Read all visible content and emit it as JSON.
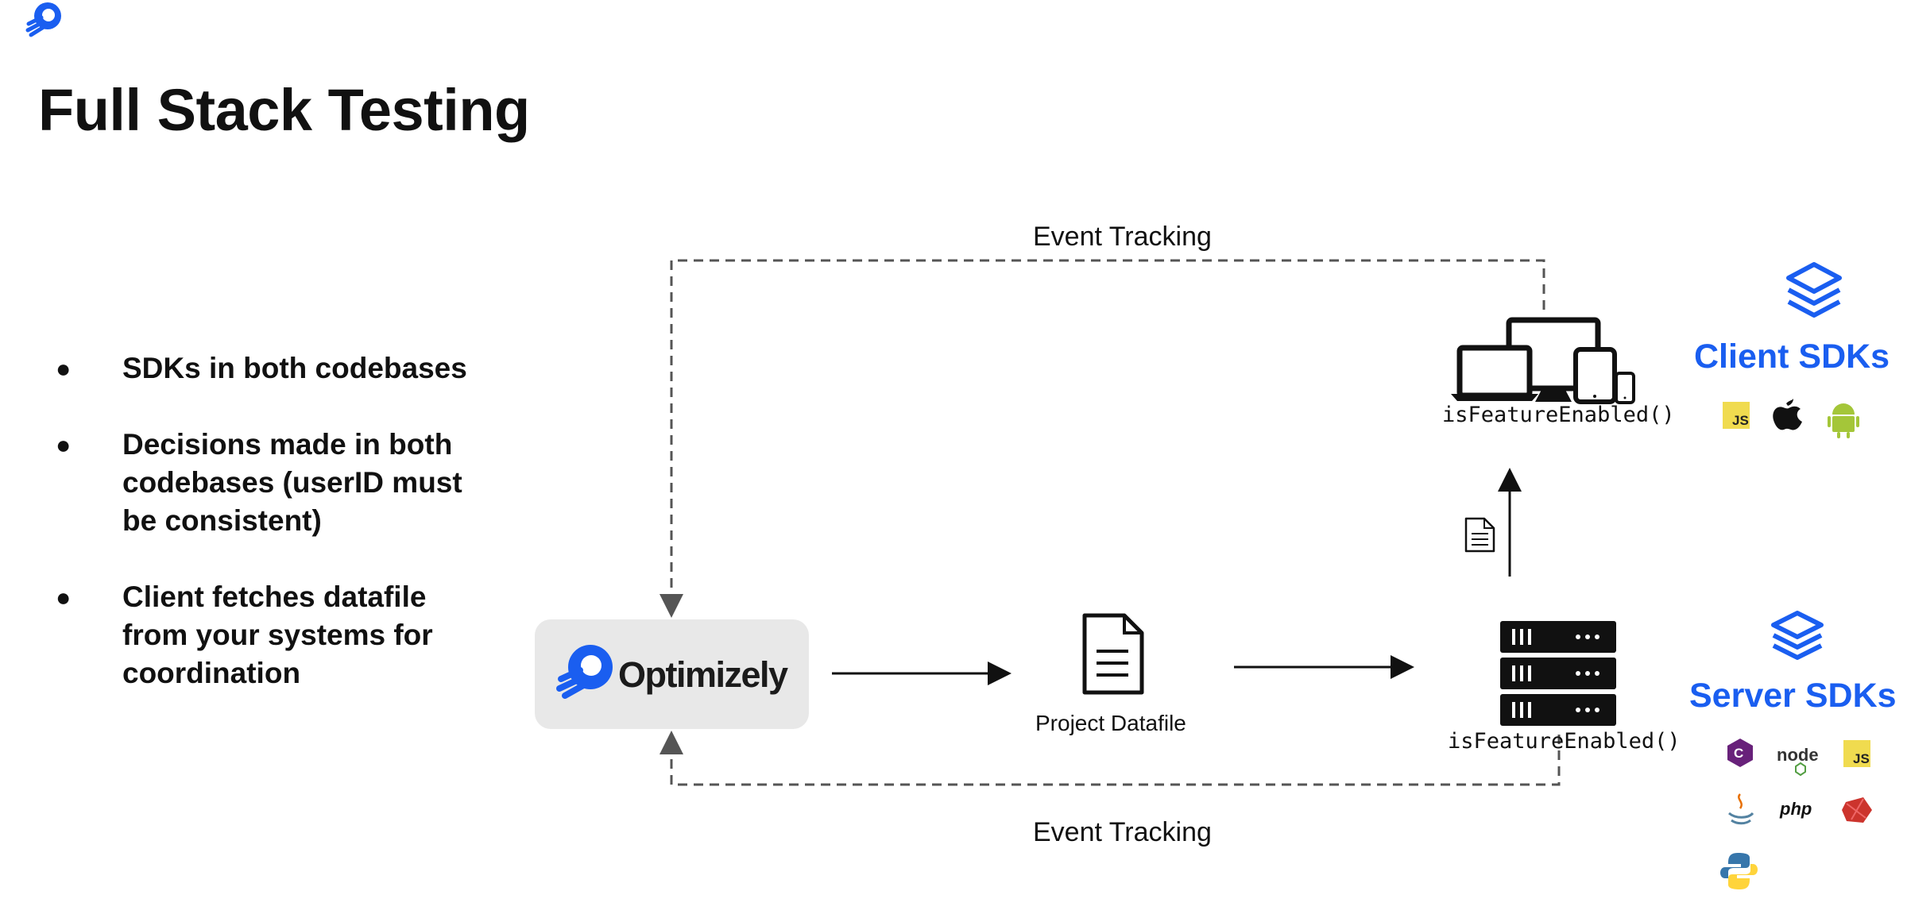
{
  "slide": {
    "title": "Full Stack Testing",
    "bullets": [
      {
        "text": "SDKs in both codebases"
      },
      {
        "text": "Decisions made in both codebases (userID must be consistent)"
      },
      {
        "text": "Client fetches datafile from your systems for coordination"
      }
    ]
  },
  "diagram": {
    "top_loop_label": "Event Tracking",
    "bottom_loop_label": "Event Tracking",
    "optimizely_label": "Optimizely",
    "datafile_label": "Project Datafile",
    "client_method": "isFeatureEnabled()",
    "server_method": "isFeatureEnabled()",
    "client_sdks": {
      "title": "Client SDKs",
      "icons": [
        "js-icon",
        "apple-icon",
        "android-icon"
      ]
    },
    "server_sdks": {
      "title": "Server SDKs",
      "icons": [
        "csharp-icon",
        "node-icon",
        "js-icon",
        "java-icon",
        "php-icon",
        "ruby-icon",
        "python-icon"
      ]
    },
    "icon_text": {
      "js": "JS",
      "node": "node",
      "php": "php"
    }
  },
  "colors": {
    "brand_blue": "#1a5ef0",
    "box_gray": "#e8e8e8",
    "dashed_line": "#555555",
    "js_yellow": "#f0db4f",
    "android_green": "#a4c639",
    "csharp_purple": "#68217a",
    "ruby_red": "#cc342d",
    "node_green": "#539e43"
  }
}
